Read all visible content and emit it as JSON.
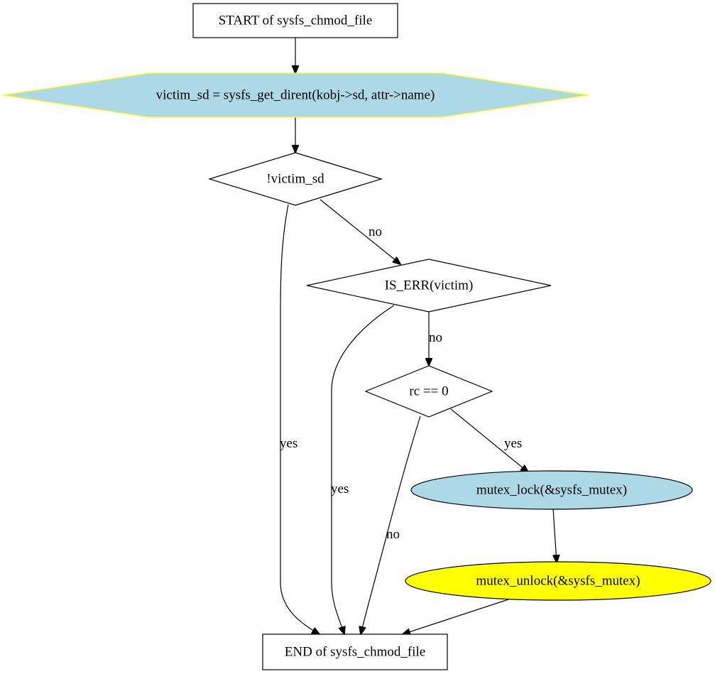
{
  "nodes": {
    "start": {
      "label": "START of sysfs_chmod_file",
      "shape": "box",
      "fill": "#ffffff",
      "stroke": "#000000"
    },
    "get_dirent": {
      "label": "victim_sd = sysfs_get_dirent(kobj->sd, attr->name)",
      "shape": "hexagon",
      "fill": "#add8e6",
      "stroke": "#ffff00"
    },
    "check_null": {
      "label": "!victim_sd",
      "shape": "diamond",
      "fill": "#ffffff",
      "stroke": "#000000"
    },
    "check_err": {
      "label": "IS_ERR(victim)",
      "shape": "diamond",
      "fill": "#ffffff",
      "stroke": "#000000"
    },
    "check_rc": {
      "label": "rc == 0",
      "shape": "diamond",
      "fill": "#ffffff",
      "stroke": "#000000"
    },
    "mutex_lock": {
      "label": "mutex_lock(&sysfs_mutex)",
      "shape": "ellipse",
      "fill": "#add8e6",
      "stroke": "#000000"
    },
    "mutex_unlock": {
      "label": "mutex_unlock(&sysfs_mutex)",
      "shape": "ellipse",
      "fill": "#ffff00",
      "stroke": "#000000"
    },
    "end": {
      "label": "END of sysfs_chmod_file",
      "shape": "box",
      "fill": "#ffffff",
      "stroke": "#000000"
    }
  },
  "edges": [
    {
      "from": "start",
      "to": "get_dirent",
      "label": ""
    },
    {
      "from": "get_dirent",
      "to": "check_null",
      "label": ""
    },
    {
      "from": "check_null",
      "to": "end",
      "label": "yes"
    },
    {
      "from": "check_null",
      "to": "check_err",
      "label": "no"
    },
    {
      "from": "check_err",
      "to": "end",
      "label": "yes"
    },
    {
      "from": "check_err",
      "to": "check_rc",
      "label": "no"
    },
    {
      "from": "check_rc",
      "to": "mutex_lock",
      "label": "yes"
    },
    {
      "from": "check_rc",
      "to": "end",
      "label": "no"
    },
    {
      "from": "mutex_lock",
      "to": "mutex_unlock",
      "label": ""
    },
    {
      "from": "mutex_unlock",
      "to": "end",
      "label": ""
    }
  ]
}
